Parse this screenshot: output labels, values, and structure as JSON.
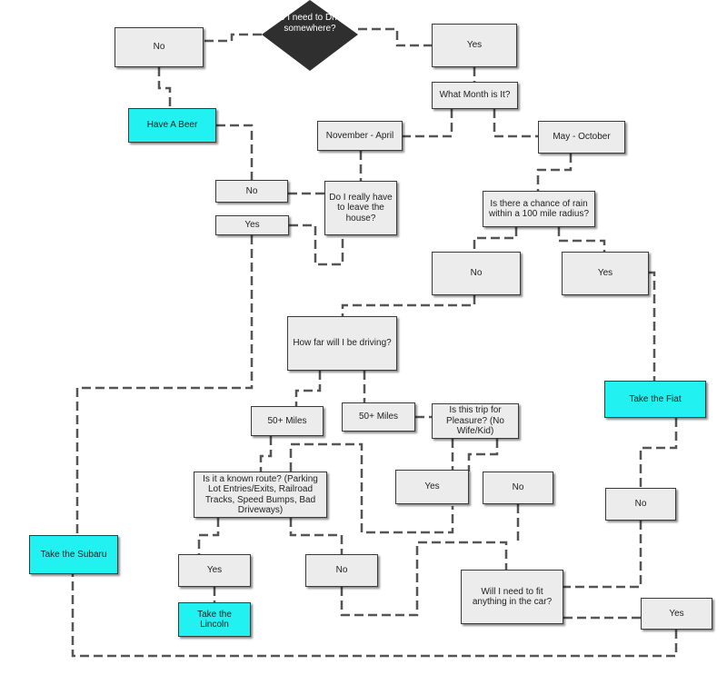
{
  "diagram": {
    "start": {
      "label": "Do I need to Drive somewhere?"
    },
    "nodes": {
      "drive_no": "No",
      "drive_yes": "Yes",
      "have_beer": "Have A Beer",
      "month_question": "What Month is It?",
      "nov_apr": "November - April",
      "may_oct": "May - October",
      "leave_house_question": "Do I really have to leave the house?",
      "leave_no": "No",
      "leave_yes": "Yes",
      "rain_question": "Is there a chance of rain within a 100 mile radius?",
      "rain_no": "No",
      "rain_yes": "Yes",
      "distance_question": "How far will I be driving?",
      "under_50": "50+ Miles",
      "over_50": "50+ Miles",
      "pleasure_question": "Is this trip for Pleasure? (No Wife/Kid)",
      "pleasure_yes": "Yes",
      "pleasure_no": "No",
      "route_question": "Is it a known route? (Parking Lot Entries/Exits, Railroad Tracks, Speed Bumps, Bad Driveways)",
      "route_yes": "Yes",
      "route_no": "No",
      "take_lincoln": "Take the Lincoln",
      "take_subaru": "Take the Subaru",
      "take_fiat": "Take the Fiat",
      "fiat_no": "No",
      "fit_question": "Will I need to fit anything in the car?",
      "fit_yes": "Yes"
    },
    "colors": {
      "start_fill": "#2f2f2f",
      "box_fill": "#ececec",
      "terminal_fill": "#22f1f1",
      "connector": "#555555"
    }
  }
}
